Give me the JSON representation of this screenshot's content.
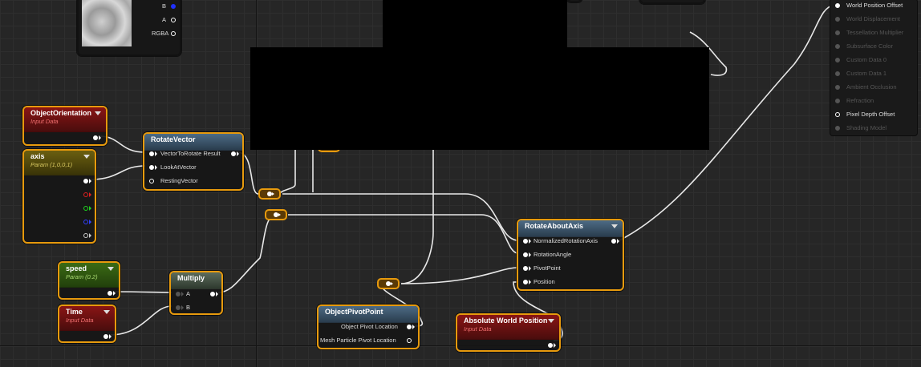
{
  "nodes": {
    "texture": {
      "pins": [
        "B",
        "A",
        "RGBA"
      ]
    },
    "object_orientation": {
      "title": "ObjectOrientation",
      "subtitle": "Input Data"
    },
    "axis": {
      "title": "axis",
      "subtitle": "Param (1,0,0,1)"
    },
    "rotate_vector": {
      "title": "RotateVector",
      "pins": [
        "VectorToRotate Result",
        "LookAtVector",
        "RestingVector"
      ]
    },
    "speed": {
      "title": "speed",
      "subtitle": "Param (0.2)"
    },
    "time": {
      "title": "Time",
      "subtitle": "Input Data"
    },
    "multiply": {
      "title": "Multiply",
      "pins": [
        "A",
        "B"
      ]
    },
    "object_pivot_point": {
      "title": "ObjectPivotPoint",
      "pins": [
        "Object Pivot Location",
        "Mesh Particle Pivot Location"
      ]
    },
    "absolute_world_position": {
      "title": "Absolute World Position",
      "subtitle": "Input Data"
    },
    "rotate_about_axis": {
      "title": "RotateAboutAxis",
      "pins": [
        "NormalizedRotationAxis",
        "RotationAngle",
        "PivotPoint",
        "Position"
      ]
    }
  },
  "material_outputs": [
    {
      "label": "World Position Offset",
      "active": true
    },
    {
      "label": "World Displacement",
      "active": false
    },
    {
      "label": "Tessellation Multiplier",
      "active": false
    },
    {
      "label": "Subsurface Color",
      "active": false
    },
    {
      "label": "Custom Data 0",
      "active": false
    },
    {
      "label": "Custom Data 1",
      "active": false
    },
    {
      "label": "Ambient Occlusion",
      "active": false
    },
    {
      "label": "Refraction",
      "active": false
    },
    {
      "label": "Pixel Depth Offset",
      "active": true
    },
    {
      "label": "Shading Model",
      "active": false
    }
  ],
  "colors": {
    "selection": "#e79a0d",
    "input_data_header": "#8a1515",
    "vector_param_header": "#6b5f10",
    "scalar_param_header": "#3b6b14",
    "function_header": "#4d6b85",
    "math_header": "#5b6b5b",
    "wire": "#e8e8e8"
  }
}
